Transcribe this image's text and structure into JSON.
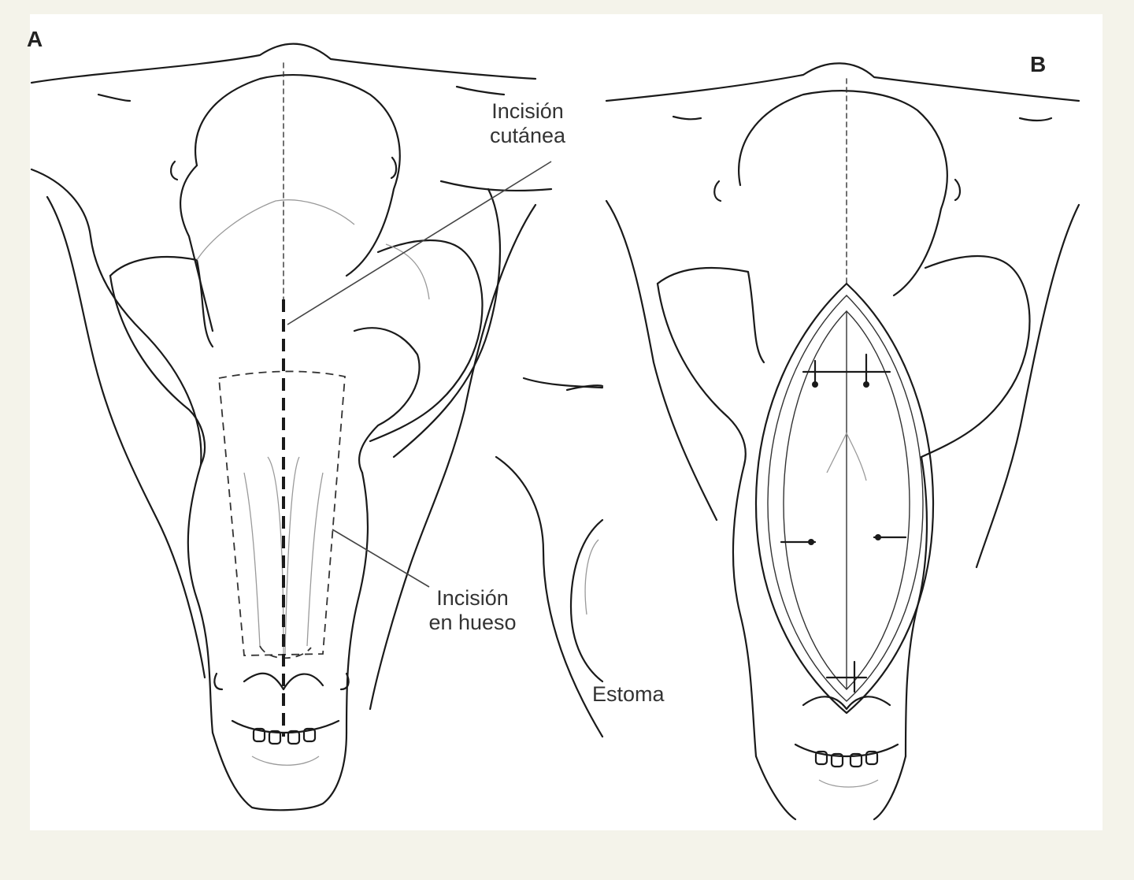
{
  "panels": {
    "a": {
      "letter": "A"
    },
    "b": {
      "letter": "B"
    }
  },
  "labels": {
    "skin_incision": "Incisión\ncutánea",
    "bone_incision": "Incisión\nen hueso",
    "stoma": "Estoma"
  }
}
